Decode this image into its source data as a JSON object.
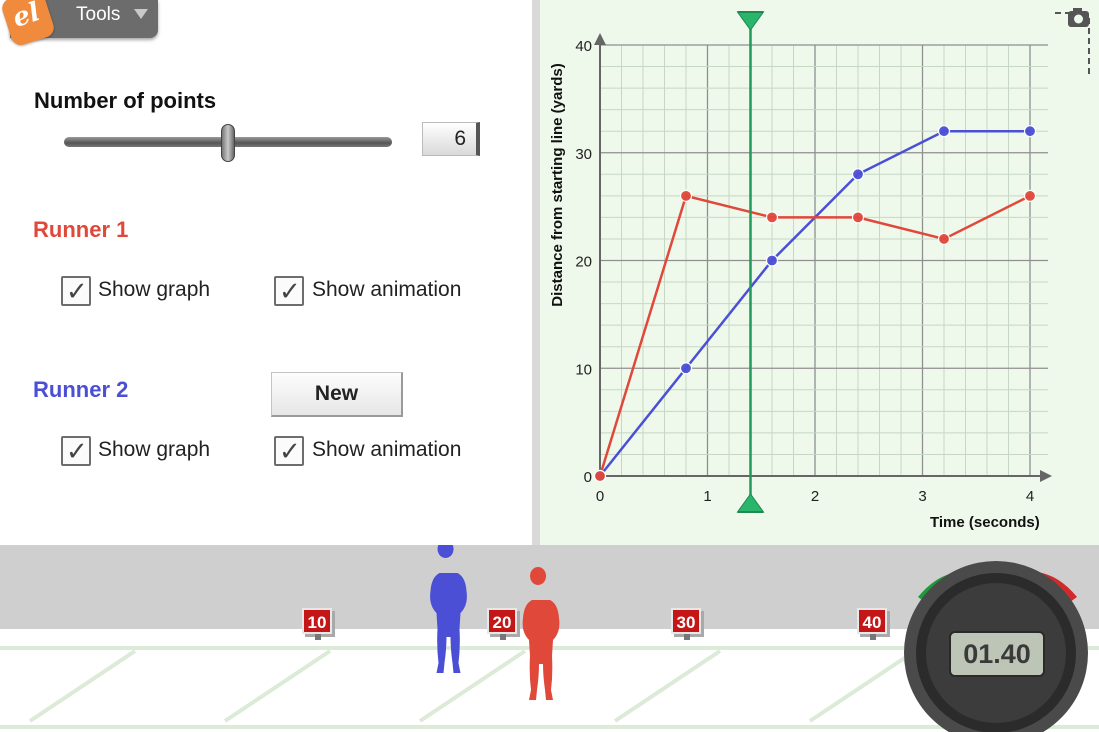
{
  "toolbar": {
    "tools_label": "Tools",
    "logo_text": "el"
  },
  "controls": {
    "points_heading": "Number of points",
    "points_value": "6",
    "points_slider_fraction": 0.5,
    "runner1": {
      "title": "Runner 1",
      "color": "#e0483a",
      "show_graph_label": "Show graph",
      "show_graph_checked": true,
      "show_animation_label": "Show animation",
      "show_animation_checked": true
    },
    "runner2": {
      "title": "Runner 2",
      "color": "#4b4fd6",
      "show_graph_label": "Show graph",
      "show_graph_checked": true,
      "show_animation_label": "Show animation",
      "show_animation_checked": true
    },
    "new_button_label": "New"
  },
  "chart_data": {
    "type": "line",
    "xlabel": "Time (seconds)",
    "ylabel": "Distance from starting line (yards)",
    "xlim": [
      0,
      4
    ],
    "ylim": [
      0,
      40
    ],
    "x_ticks": [
      "0",
      "1",
      "2",
      "3",
      "4"
    ],
    "y_ticks": [
      "0",
      "10",
      "20",
      "30",
      "40"
    ],
    "grid": true,
    "time_cursor": 1.4,
    "series": [
      {
        "color": "#4b4fd6",
        "x": [
          0,
          0.8,
          1.6,
          2.4,
          3.2,
          4.0
        ],
        "y": [
          0,
          10,
          20,
          28,
          32,
          32
        ]
      },
      {
        "color": "#e0483a",
        "x": [
          0,
          0.8,
          1.6,
          2.4,
          3.2,
          4.0
        ],
        "y": [
          0,
          26,
          24,
          24,
          22,
          26
        ]
      }
    ]
  },
  "track": {
    "markers": [
      "10",
      "20",
      "30",
      "40"
    ],
    "runner2_position_yards": 17.0,
    "runner1_position_yards": 22.0
  },
  "stopwatch": {
    "time": "01.40"
  },
  "icons": {
    "camera": "camera-icon",
    "checkmark": "✓"
  }
}
